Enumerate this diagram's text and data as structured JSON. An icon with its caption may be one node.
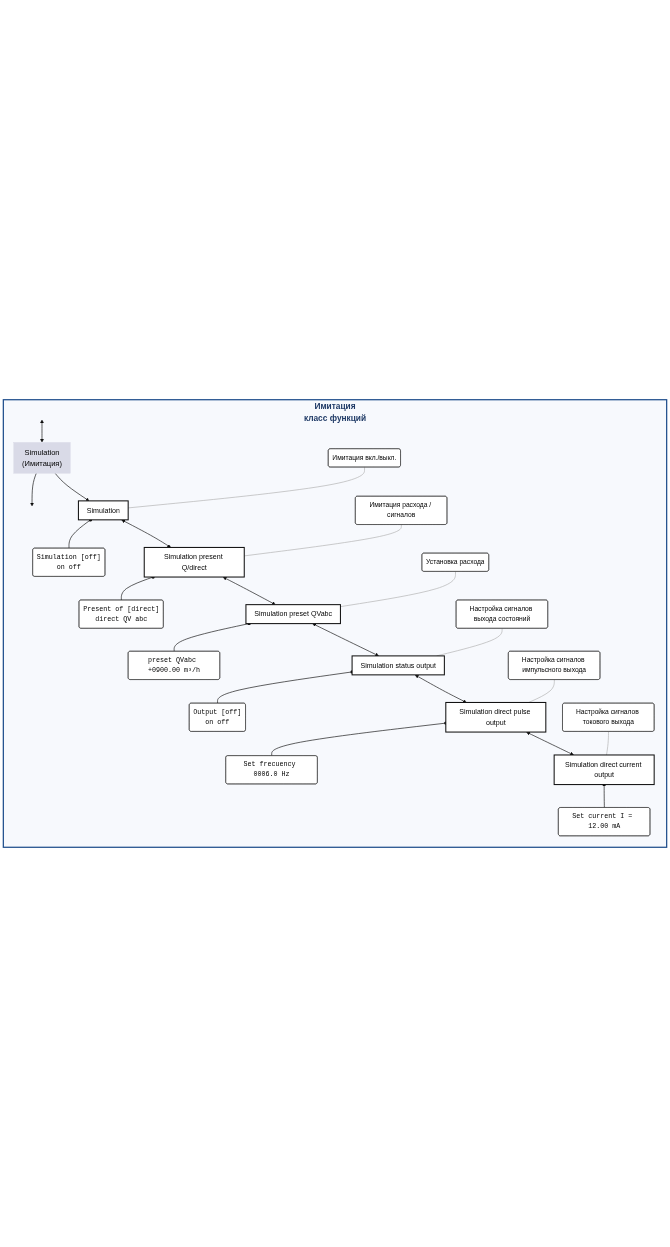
{
  "diagram": {
    "nodes": [
      {
        "text": [
          "Имитация",
          "класс функций"
        ]
      },
      {
        "text": [
          "Simulation",
          "(Имитация)"
        ],
        "in": 0
      },
      {
        "text": [
          "Имитация вкл./выкл."
        ],
        "in": 0
      },
      {
        "text": [
          "Simulation"
        ],
        "in": 0
      },
      {
        "text": [
          "Simulation [off]",
          "on off"
        ],
        "in": 0
      },
      {
        "text": [
          "Имитация расхода / сигналов"
        ],
        "in": 0
      },
      {
        "text": [
          "Simulation present Q/direct"
        ],
        "in": 0
      },
      {
        "text": [
          "Present of [direct]",
          "direct QV abc"
        ],
        "in": 0
      },
      {
        "text": [
          "Установка расхода"
        ],
        "in": 0
      },
      {
        "text": [
          "Simulation preset QVabc"
        ],
        "in": 0
      },
      {
        "text": [
          "preset QVabc +0900.00 m³/h"
        ],
        "in": 0
      },
      {
        "text": [
          "Настройка сигналов выхода состояний"
        ],
        "in": 0
      },
      {
        "text": [
          "Simulation status output"
        ],
        "in": 0
      },
      {
        "text": [
          "Output [off]",
          "on off"
        ],
        "in": 0
      },
      {
        "text": [
          "Настройка сигналов импульсного выхода"
        ],
        "in": 0
      },
      {
        "text": [
          "Simulation direct pulse output"
        ],
        "in": 0
      },
      {
        "text": [
          "Set frecuency 0006.0 Hz"
        ],
        "in": 0
      },
      {
        "text": [
          "Настройка сигналов токового выхода"
        ],
        "in": 0
      },
      {
        "text": [
          "Simulation direct current output"
        ],
        "in": 0
      },
      {
        "text": [
          "Set current I = 12.00 mA"
        ],
        "in": 0
      }
    ],
    "edges": [
      {
        "from": null,
        "to": 1,
        "arrow": "both"
      },
      {
        "from": 1,
        "to": null,
        "arrow": "to"
      },
      {
        "from": 1,
        "to": 3,
        "arrow": "to"
      },
      {
        "from": 2,
        "to": 3,
        "arrow": "none",
        "color": "#b0b0b0"
      },
      {
        "from": 3,
        "to": 4,
        "arrow": "other"
      },
      {
        "from": 3,
        "to": 6,
        "arrow": "both"
      },
      {
        "from": 5,
        "to": 6,
        "arrow": "none",
        "color": "#b0b0b0"
      },
      {
        "from": 6,
        "to": 7,
        "arrow": "other"
      },
      {
        "from": 6,
        "to": 9,
        "arrow": "both"
      },
      {
        "from": 8,
        "to": 9,
        "arrow": "none",
        "color": "#b0b0b0"
      },
      {
        "from": 9,
        "to": 10,
        "arrow": "other"
      },
      {
        "from": 9,
        "to": 12,
        "arrow": "both"
      },
      {
        "from": 11,
        "to": 12,
        "arrow": "none",
        "color": "#b0b0b0"
      },
      {
        "from": 12,
        "to": 13,
        "arrow": "other"
      },
      {
        "from": 12,
        "to": 15,
        "arrow": "both"
      },
      {
        "from": 14,
        "to": 15,
        "arrow": "none",
        "color": "#b0b0b0"
      },
      {
        "from": 15,
        "to": 16,
        "arrow": "other"
      },
      {
        "from": 15,
        "to": 18,
        "arrow": "both"
      },
      {
        "from": 17,
        "to": 18,
        "arrow": "none",
        "color": "#b0b0b0"
      },
      {
        "from": 18,
        "to": 19,
        "arrow": "other"
      }
    ]
  }
}
